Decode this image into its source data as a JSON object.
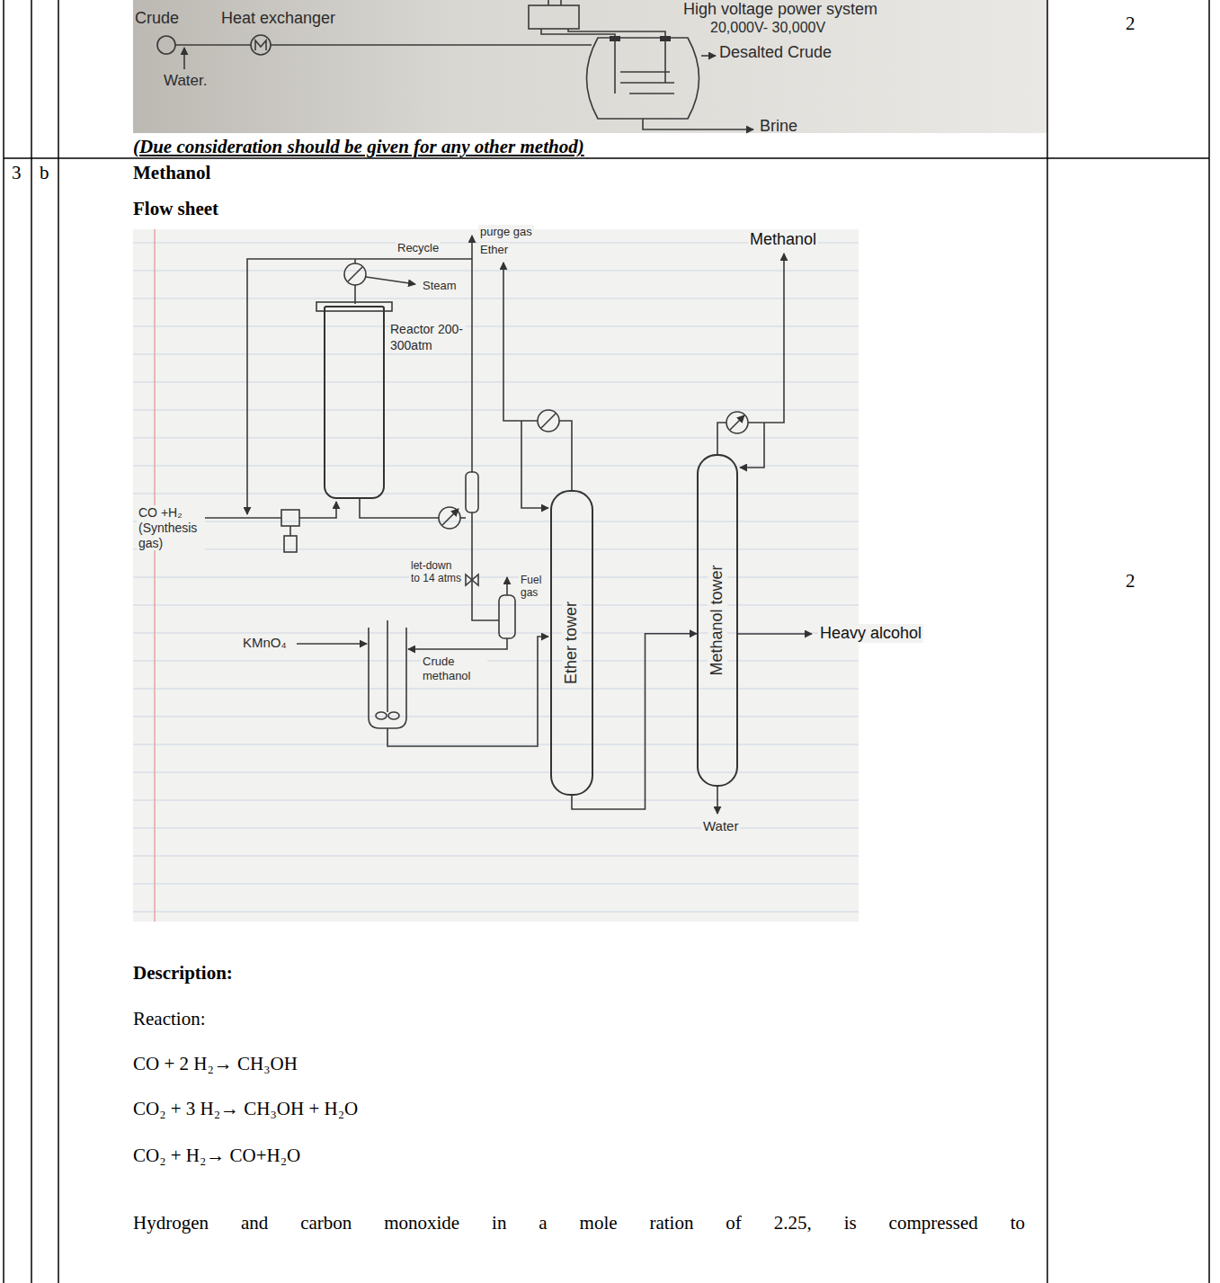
{
  "diagram": {
    "nodes": [
      {
        "text": [
          "Reactor 200-300atm"
        ]
      },
      {
        "text": [
          "Ether tower"
        ]
      },
      {
        "text": [
          "Methanol tower"
        ]
      }
    ],
    "edges": [
      {
        "from": 1,
        "to": 2,
        "arrow": "to"
      }
    ],
    "labels": [
      "High voltage power system",
      "20,000V- 30,000V",
      "Crude",
      "Heat exchanger",
      "Desalted Crude",
      "Water.",
      "Brine",
      "(Due consideration should be given for any other method)",
      "2",
      "3",
      "b",
      "Methanol",
      "Flow sheet",
      "purge gas",
      "Recycle",
      "Ether",
      "Steam",
      "Methanol",
      "Heavy alcohol",
      "CO +H₂ (Synthesis gas)",
      "let-down to 14 atms",
      "Fuel gas",
      "KMnO₄",
      "Crude methanol",
      "Water",
      "2",
      "Description:",
      "Reaction:",
      "CO + 2 H₂→ CH₃OH",
      "CO₂ + 3 H₂→ CH₃OH + H₂O",
      "CO₂ + H₂→ CO+H₂O",
      "Hydrogen and carbon monoxide in a mole ration of 2.25, is compressed to"
    ]
  }
}
